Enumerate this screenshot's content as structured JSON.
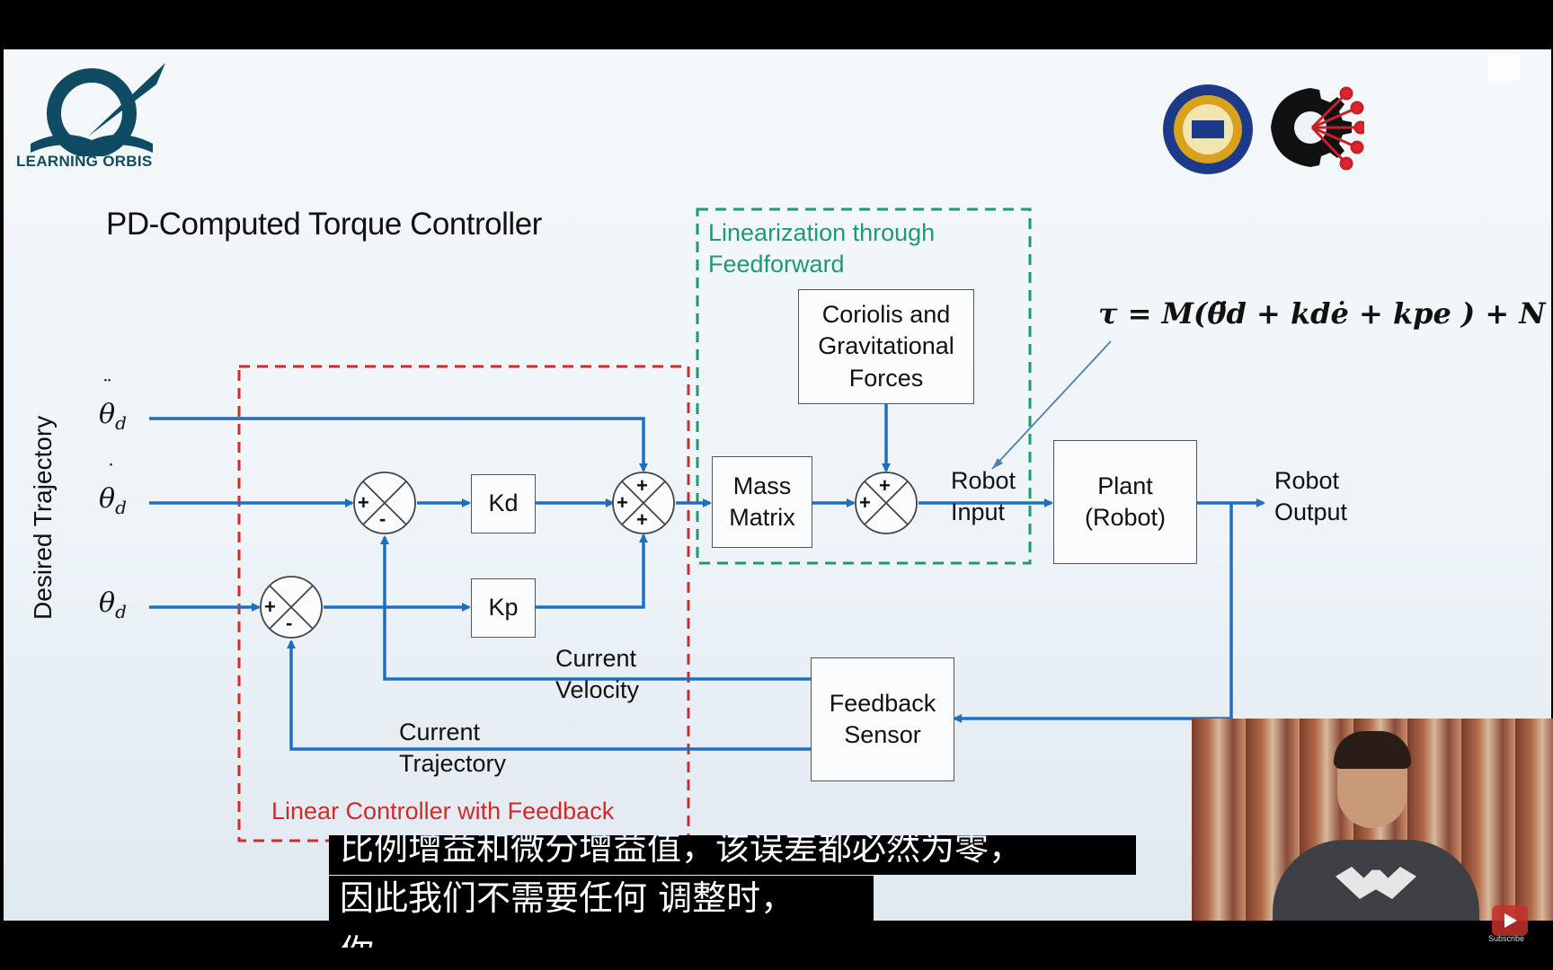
{
  "logo": {
    "text": "LEARNING ORBIS"
  },
  "slide": {
    "title": "PD-Computed Torque Controller"
  },
  "diagram": {
    "axis_label": "Desired Trajectory",
    "inputs": {
      "accel_base": "θ",
      "vel_base": "θ",
      "pos_base": "θ",
      "subscript": "d"
    },
    "blocks": {
      "kd": "Kd",
      "kp": "Kp",
      "mass_matrix": "Mass\nMatrix",
      "coriolis": "Coriolis and\nGravitational\nForces",
      "plant": "Plant\n(Robot)",
      "feedback_sensor": "Feedback\nSensor"
    },
    "signals": {
      "robot_input": "Robot\nInput",
      "robot_output": "Robot\nOutput",
      "current_velocity": "Current\nVelocity",
      "current_trajectory": "Current\nTrajectory"
    },
    "regions": {
      "feedforward": "Linearization through\nFeedforward",
      "linear_controller": "Linear Controller with Feedback"
    },
    "signs": {
      "plus": "+",
      "minus": "-"
    },
    "equation": "τ = M(θ̈d + kdė + kpe ) + N",
    "colors": {
      "signal": "#1f6fc0",
      "red_region": "#d22a2a",
      "green_region": "#1e9b6c"
    }
  },
  "subtitles": {
    "line1": "比例增益和微分增益值，该误差都必然为零，",
    "line2": "因此我们不需要任何 调整时，",
    "line3": "你"
  },
  "youtube": {
    "label": "Subscribe"
  }
}
